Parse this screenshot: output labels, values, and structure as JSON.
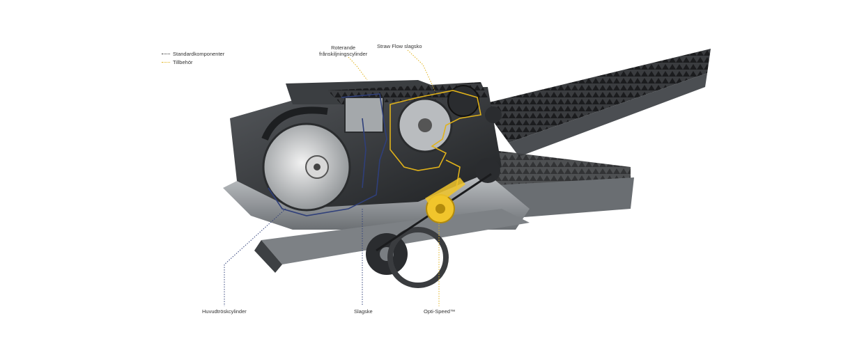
{
  "legend": {
    "standard": "Standardkomponenter",
    "accessory": "Tillbehör"
  },
  "labels": {
    "rotor_line1": "Roterande",
    "rotor_line2": "frånskiljningscylinder",
    "strawflow": "Straw Flow slagsko",
    "main_drum": "Huvudtröskcylinder",
    "concave": "Slagske",
    "optispeed": "Opti-Speed™"
  },
  "colors": {
    "standard_line": "#2f3f7a",
    "accessory_line": "#e0b21a",
    "machine_dark": "#2b2d30",
    "machine_mid": "#5b5f63",
    "machine_light": "#9ea2a5"
  }
}
